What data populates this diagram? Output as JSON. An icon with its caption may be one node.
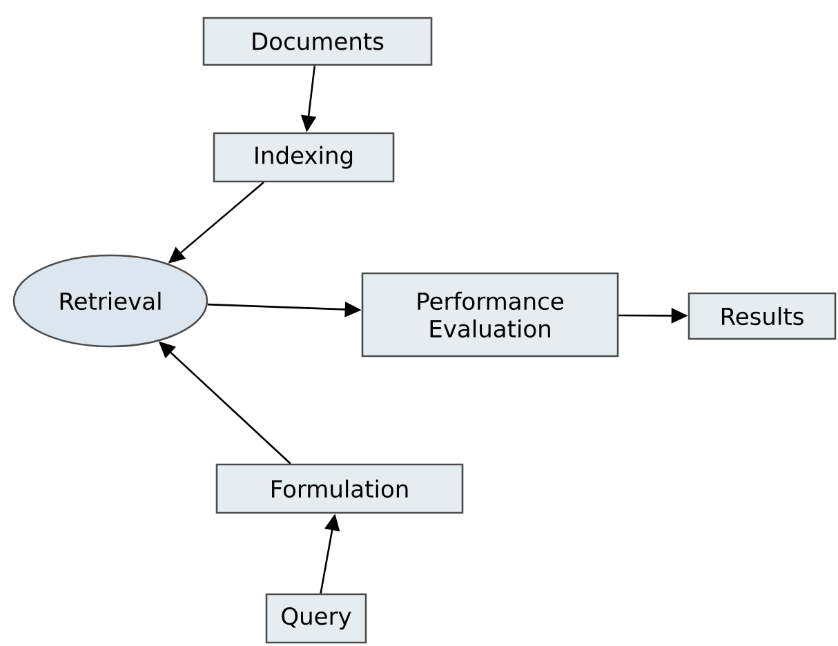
{
  "diagram": {
    "nodes": [
      {
        "text": [
          "Documents"
        ]
      },
      {
        "text": [
          "Indexing"
        ]
      },
      {
        "text": [
          "Retrieval"
        ]
      },
      {
        "text": [
          "Performance Evaluation"
        ]
      },
      {
        "text": [
          "Results"
        ]
      },
      {
        "text": [
          "Formulation"
        ]
      },
      {
        "text": [
          "Query"
        ]
      }
    ],
    "edges": [
      {
        "from": 0,
        "to": 1,
        "arrow": "to"
      },
      {
        "from": 1,
        "to": 2,
        "arrow": "to"
      },
      {
        "from": 2,
        "to": 3,
        "arrow": "to"
      },
      {
        "from": 3,
        "to": 4,
        "arrow": "to"
      },
      {
        "from": 5,
        "to": 2,
        "arrow": "to"
      },
      {
        "from": 6,
        "to": 5,
        "arrow": "to"
      }
    ]
  }
}
